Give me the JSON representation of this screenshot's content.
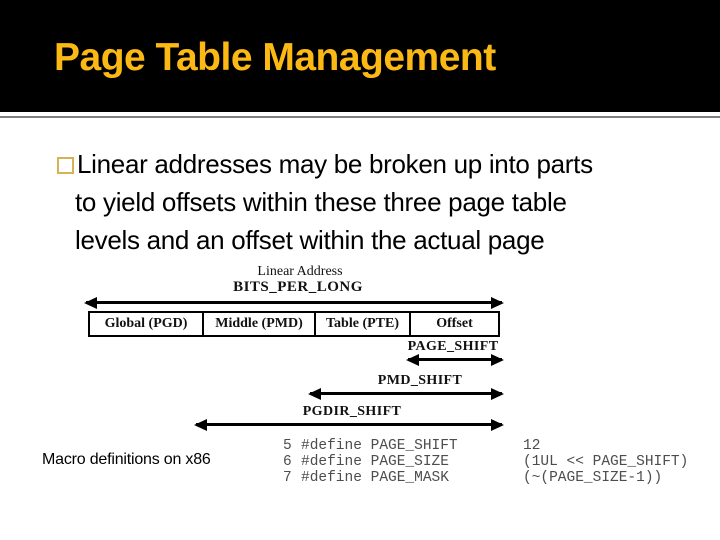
{
  "slide": {
    "title": "Page Table Management",
    "accent_color": "#fdb913",
    "bullet_color": "#d8b056",
    "code_color": "#4d4d4d",
    "separator_color": "#7f7f7f"
  },
  "bullet": {
    "lines": [
      "Linear addresses may be broken up into parts",
      "to yield offsets within these three page table",
      "levels and an offset within the actual page"
    ]
  },
  "diagram": {
    "title": "Linear Address",
    "top_label": "BITS_PER_LONG",
    "cells": [
      "Global (PGD)",
      "Middle (PMD)",
      "Table (PTE)",
      "Offset"
    ],
    "shift_labels": [
      "PAGE_SHIFT",
      "PMD_SHIFT",
      "PGDIR_SHIFT"
    ]
  },
  "footer": {
    "caption": "Macro definitions on x86",
    "code_lines": [
      {
        "num": "5 ",
        "def": "#define PAGE_SHIFT",
        "value": "12"
      },
      {
        "num": "6 ",
        "def": "#define PAGE_SIZE",
        "value": "(1UL << PAGE_SHIFT)"
      },
      {
        "num": "7 ",
        "def": "#define PAGE_MASK",
        "value": "(~(PAGE_SIZE-1))"
      }
    ]
  }
}
